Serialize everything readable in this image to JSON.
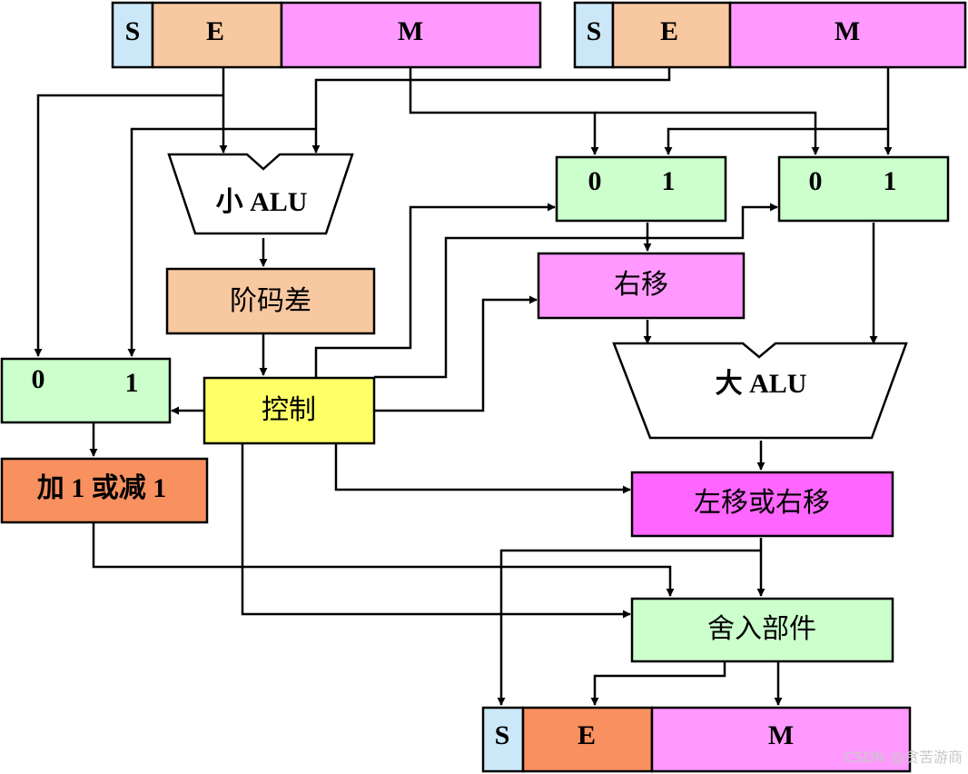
{
  "registers": {
    "input_a": {
      "s": "S",
      "e": "E",
      "m": "M"
    },
    "input_b": {
      "s": "S",
      "e": "E",
      "m": "M"
    },
    "output": {
      "s": "S",
      "e": "E",
      "m": "M"
    }
  },
  "blocks": {
    "small_alu": "小 ALU",
    "exponent_diff": "阶码差",
    "control": "控制",
    "mux_exp": {
      "in0": "0",
      "in1": "1"
    },
    "mux_shift": {
      "in0": "0",
      "in1": "1"
    },
    "mux_big": {
      "in0": "0",
      "in1": "1"
    },
    "inc_dec": "加 1 或减 1",
    "shift_right": "右移",
    "big_alu": "大 ALU",
    "shift_lr": "左移或右移",
    "rounding": "舍入部件"
  },
  "watermark": "CSDN @贪苦游商",
  "colors": {
    "sign": "#cce8f8",
    "exponent": "#f8c8a0",
    "mantissa": "#ff99ff",
    "mux": "#ccffcc",
    "control": "#ffff66",
    "inc_dec": "#f89060",
    "shift_right": "#ff99ff",
    "shift_lr": "#ff66ff",
    "rounding": "#ccffcc",
    "exponent_out": "#f89060",
    "mantissa_out": "#ff99ff"
  }
}
